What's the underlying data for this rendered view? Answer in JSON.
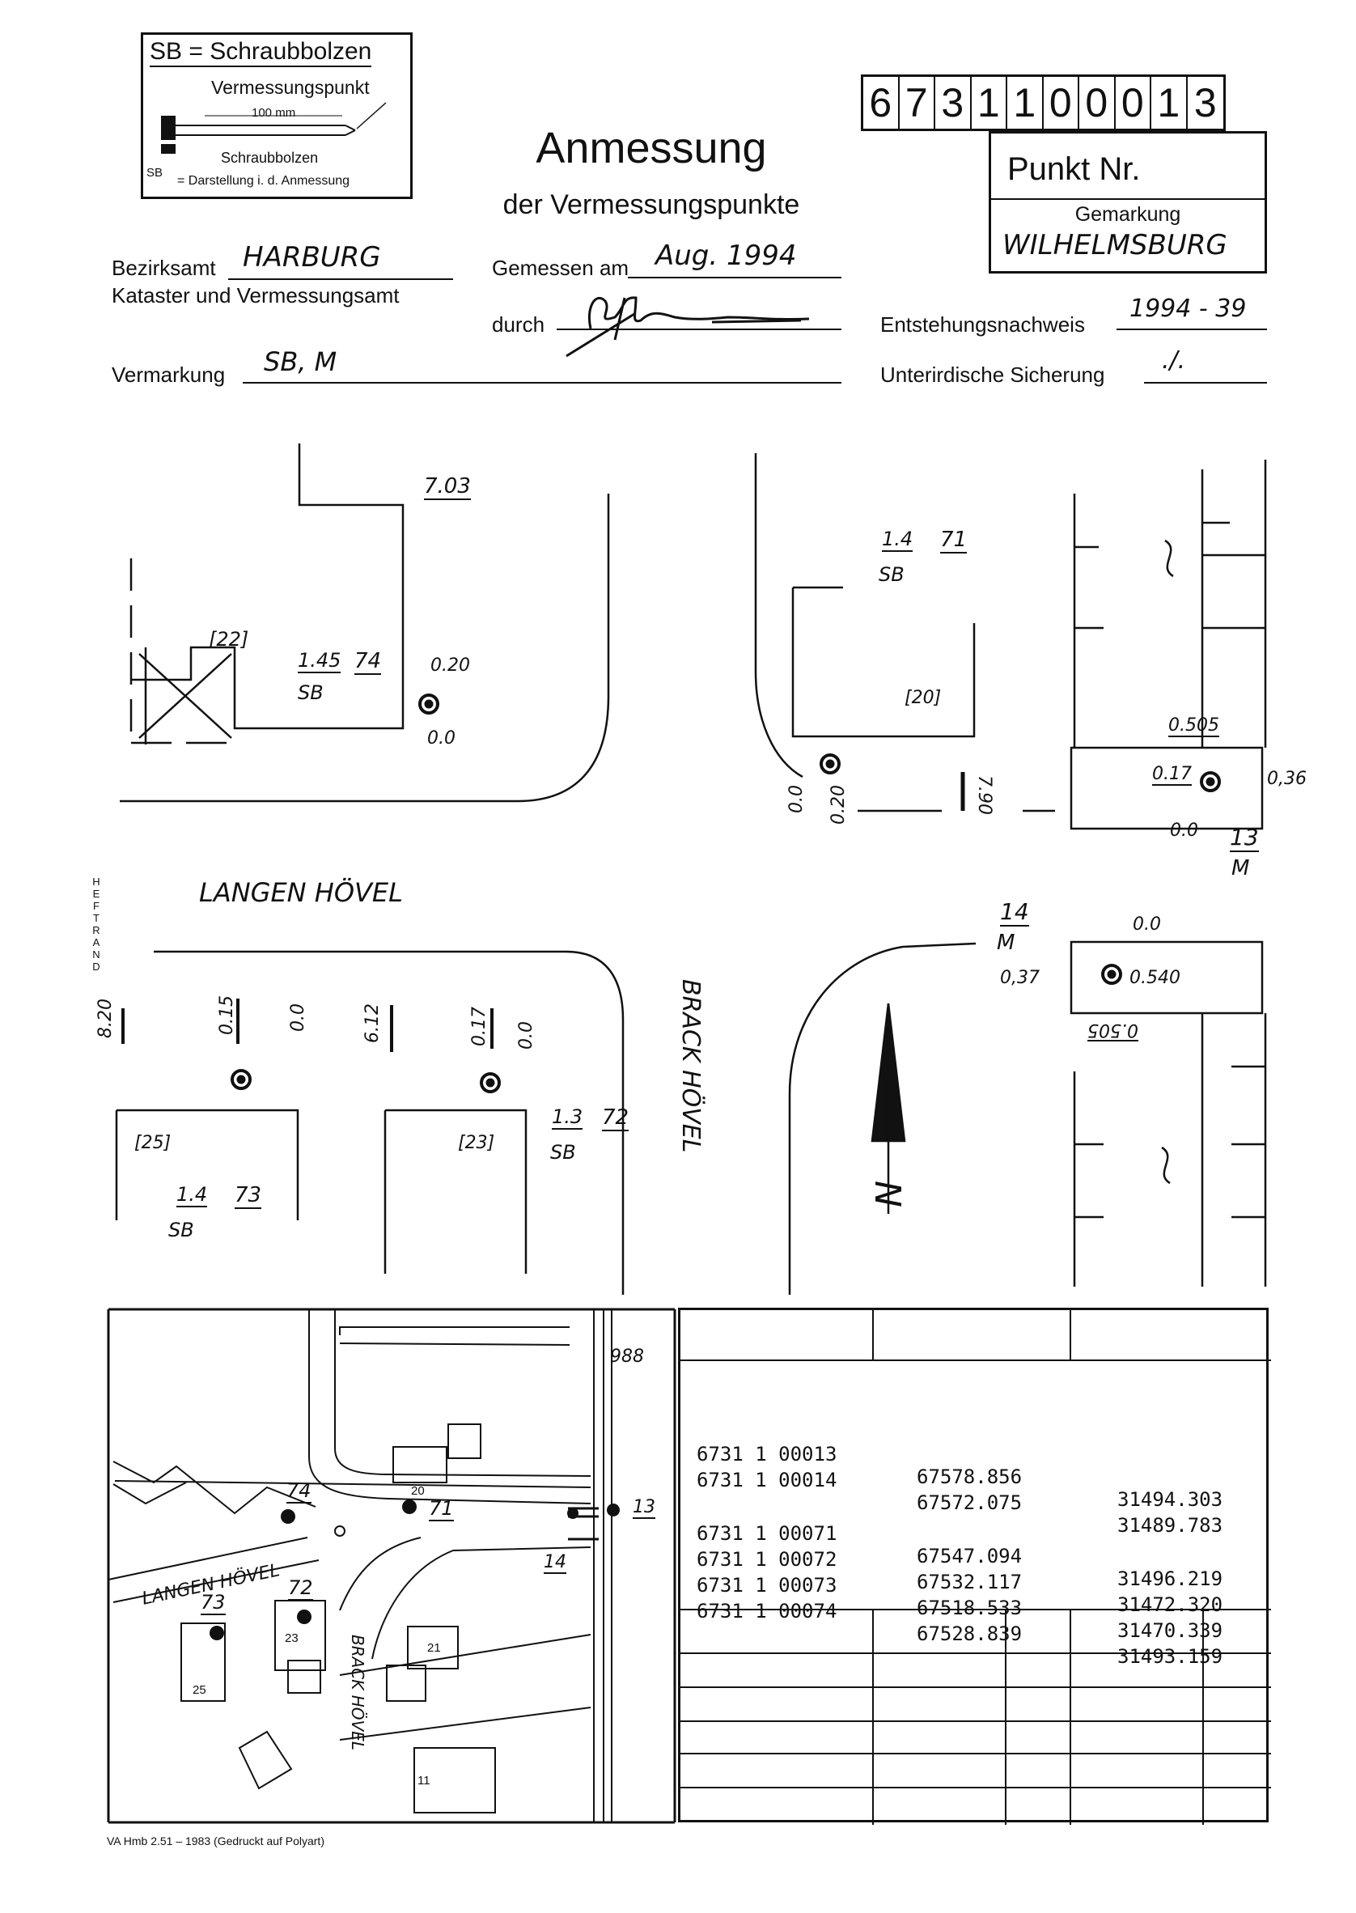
{
  "legend": {
    "title": "SB = Schraubbolzen",
    "line1": "Vermessungspunkt",
    "line2": "100 mm",
    "line3": "Schraubbolzen",
    "line4": "= Darstellung i. d. Anmessung",
    "line4_prefix": "SB"
  },
  "header": {
    "title": "Anmessung",
    "subtitle": "der Vermessungspunkte",
    "point_number_digits": [
      "6",
      "7",
      "3",
      "1",
      "1",
      "0",
      "0",
      "0",
      "1",
      "3"
    ],
    "punkt_nr_label": "Punkt Nr.",
    "gemarkung_label": "Gemarkung",
    "gemarkung_value": "WILHELMSBURG"
  },
  "form": {
    "bezirksamt_label": "Bezirksamt",
    "bezirksamt_value": "HARBURG",
    "kataster_label": "Kataster und Vermessungsamt",
    "gemessen_label": "Gemessen am",
    "gemessen_value": "Aug. 1994",
    "durch_label": "durch",
    "durch_value": "",
    "entstehung_label": "Entstehungsnachweis",
    "entstehung_value": "1994 - 39",
    "vermarkung_label": "Vermarkung",
    "vermarkung_value": "SB, M",
    "unterirdisch_label": "Unterirdische Sicherung",
    "unterirdisch_value": "./."
  },
  "sketch": {
    "street1": "LANGEN HÖVEL",
    "street2": "BRACK HÖVEL",
    "house_22": "[22]",
    "house_20": "[20]",
    "house_25": "[25]",
    "house_23": "[23]",
    "p74_a": "1.45",
    "p74_b": "74",
    "p74_c": "SB",
    "p71_a": "1.4",
    "p71_b": "71",
    "p71_c": "SB",
    "p73_a": "1.4",
    "p73_b": "73",
    "p73_c": "SB",
    "p72_a": "1.3",
    "p72_b": "72",
    "p72_c": "SB",
    "p13_a": "13",
    "p13_b": "M",
    "p14_a": "14",
    "p14_b": "M",
    "m_703": "7.03",
    "m_020a": "0.20",
    "m_00a": "0.0",
    "m_00b": "0.0",
    "m_020b": "0.20",
    "m_790": "7.90",
    "m_0505a": "0.505",
    "m_017a": "0.17",
    "m_036": "0,36",
    "m_00c": "0.0",
    "m_00d": "0.0",
    "m_037": "0,37",
    "m_0540": "0.540",
    "m_0505b": "0.505",
    "m_820": "8.20",
    "m_015": "0.15",
    "m_00e": "0.0",
    "m_612": "6.12",
    "m_017b": "0.17",
    "m_00f": "0.0",
    "north": "N"
  },
  "overview_map": {
    "flur": "988",
    "street1": "LANGEN HÖVEL",
    "street2": "BRACK HÖVEL",
    "houses": [
      "20",
      "21",
      "25",
      "23",
      "11"
    ],
    "points": [
      "74",
      "71",
      "13",
      "14",
      "73",
      "72"
    ]
  },
  "coordinates": {
    "rows": [
      {
        "id": "6731 1 00013",
        "x": "67578.856",
        "y": "31494.303"
      },
      {
        "id": "6731 1 00014",
        "x": "67572.075",
        "y": "31489.783"
      },
      {
        "id": "6731 1 00071",
        "x": "67547.094",
        "y": "31496.219"
      },
      {
        "id": "6731 1 00072",
        "x": "67532.117",
        "y": "31472.320"
      },
      {
        "id": "6731 1 00073",
        "x": "67518.533",
        "y": "31470.339"
      },
      {
        "id": "6731 1 00074",
        "x": "67528.839",
        "y": "31493.159"
      }
    ]
  },
  "margin": {
    "heftrand": "HEFTRAND"
  },
  "footer": {
    "text": "VA Hmb 2.51 – 1983 (Gedruckt auf Polyart)"
  }
}
